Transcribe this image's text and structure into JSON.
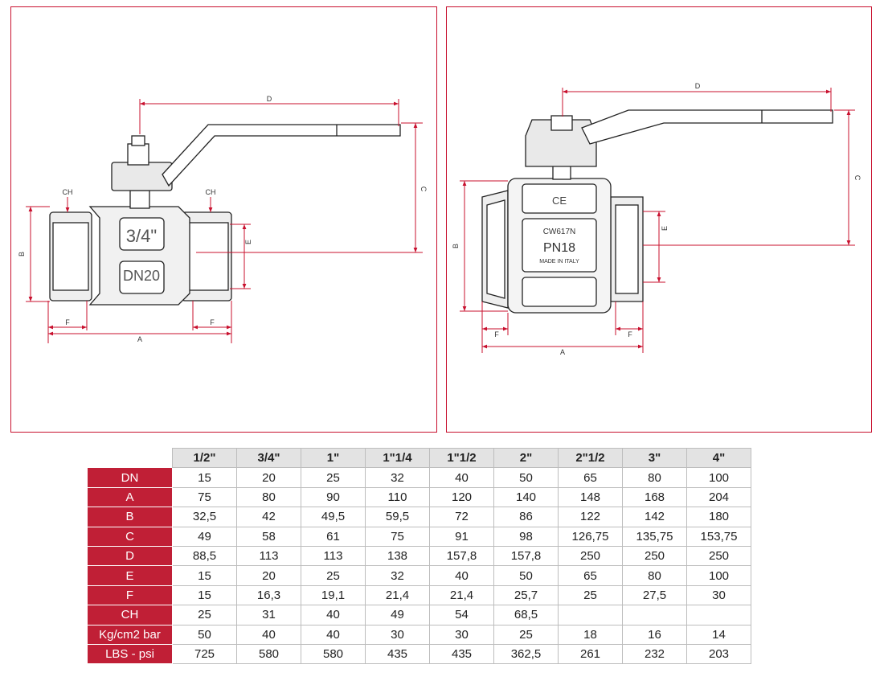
{
  "left_drawing": {
    "labels": {
      "d": "D",
      "c": "C",
      "ch_left": "CH",
      "ch_right": "CH",
      "b": "B",
      "e": "E",
      "f_left": "F",
      "f_right": "F",
      "a": "A"
    },
    "body_marking_size": "3/4\"",
    "body_marking_dn": "DN20"
  },
  "right_drawing": {
    "labels": {
      "d": "D",
      "c": "C",
      "b": "B",
      "e": "E",
      "f_left": "F",
      "f_right": "F",
      "a": "A"
    },
    "ce_mark": "CE",
    "material": "CW617N",
    "pressure": "PN18",
    "origin": "MADE IN ITALY"
  },
  "colors": {
    "accent_red": "#c8102e",
    "row_header_red": "#c01f36",
    "header_grey": "#e3e3e3"
  },
  "table": {
    "columns": [
      "1/2\"",
      "3/4\"",
      "1\"",
      "1\"1/4",
      "1\"1/2",
      "2\"",
      "2\"1/2",
      "3\"",
      "4\""
    ],
    "rows": [
      {
        "label": "DN",
        "values": [
          "15",
          "20",
          "25",
          "32",
          "40",
          "50",
          "65",
          "80",
          "100"
        ]
      },
      {
        "label": "A",
        "values": [
          "75",
          "80",
          "90",
          "110",
          "120",
          "140",
          "148",
          "168",
          "204"
        ]
      },
      {
        "label": "B",
        "values": [
          "32,5",
          "42",
          "49,5",
          "59,5",
          "72",
          "86",
          "122",
          "142",
          "180"
        ]
      },
      {
        "label": "C",
        "values": [
          "49",
          "58",
          "61",
          "75",
          "91",
          "98",
          "126,75",
          "135,75",
          "153,75"
        ]
      },
      {
        "label": "D",
        "values": [
          "88,5",
          "113",
          "113",
          "138",
          "157,8",
          "157,8",
          "250",
          "250",
          "250"
        ]
      },
      {
        "label": "E",
        "values": [
          "15",
          "20",
          "25",
          "32",
          "40",
          "50",
          "65",
          "80",
          "100"
        ]
      },
      {
        "label": "F",
        "values": [
          "15",
          "16,3",
          "19,1",
          "21,4",
          "21,4",
          "25,7",
          "25",
          "27,5",
          "30"
        ]
      },
      {
        "label": "CH",
        "values": [
          "25",
          "31",
          "40",
          "49",
          "54",
          "68,5",
          "",
          "",
          ""
        ]
      },
      {
        "label": "Kg/cm2 bar",
        "values": [
          "50",
          "40",
          "40",
          "30",
          "30",
          "25",
          "18",
          "16",
          "14"
        ]
      },
      {
        "label": "LBS - psi",
        "values": [
          "725",
          "580",
          "580",
          "435",
          "435",
          "362,5",
          "261",
          "232",
          "203"
        ]
      }
    ]
  }
}
